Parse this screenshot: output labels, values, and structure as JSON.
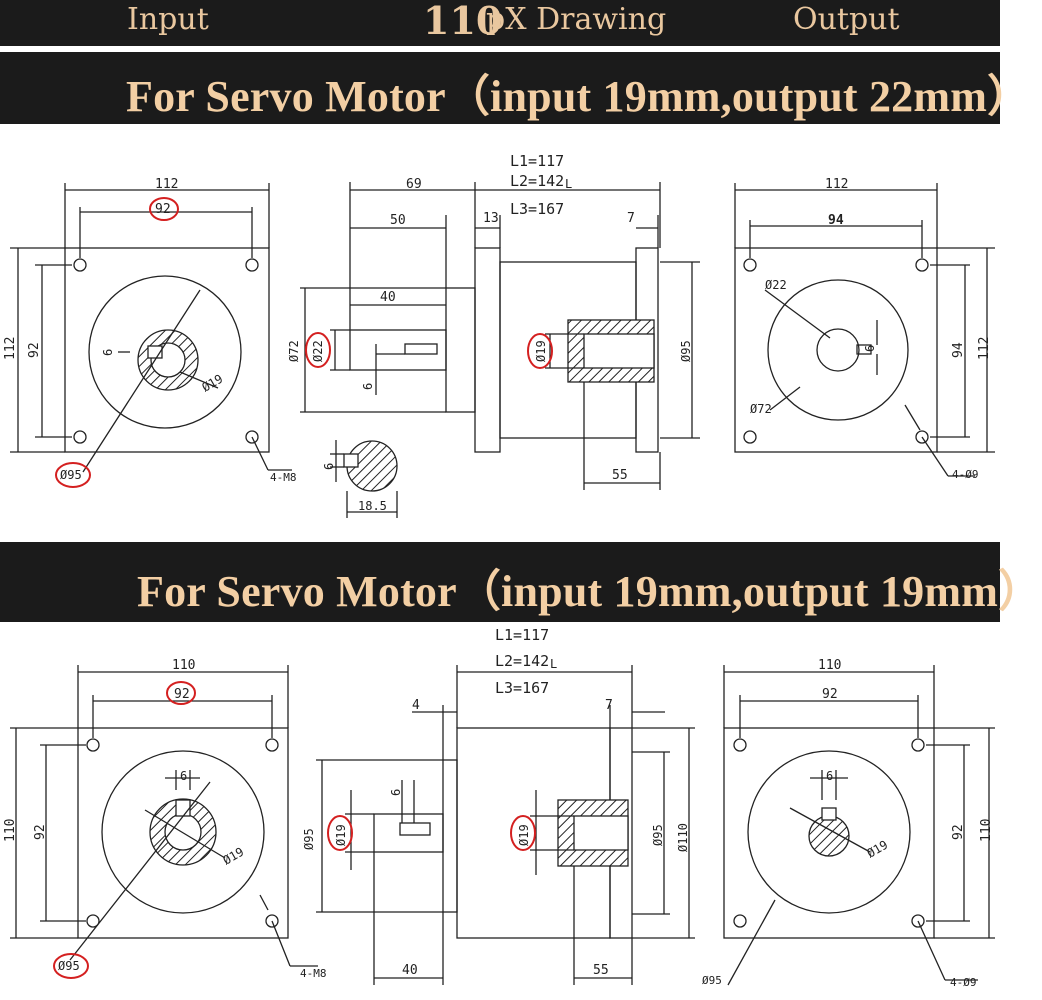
{
  "header": {
    "input_label": "Input",
    "drawing_number": "110",
    "drawing_suffix": "pX Drawing",
    "output_label": "Output"
  },
  "section1": {
    "title": "For Servo Motor（input 19mm,output 22mm）",
    "input_face": {
      "width": "112",
      "bolt_spacing": "92",
      "height": "112",
      "bolt_spacing_v": "92",
      "key_width": "6",
      "bore": "Ø19",
      "pilot": "Ø95",
      "thread": "4-M8"
    },
    "side": {
      "L1": "L1=117",
      "L2": "L2=142",
      "L3": "L3=167",
      "L_unit": "L",
      "len69": "69",
      "len50": "50",
      "len13": "13",
      "len7": "7",
      "len40": "40",
      "d72": "Ø72",
      "d22": "Ø22",
      "k6": "6",
      "d19": "Ø19",
      "d95": "Ø95",
      "len55": "55"
    },
    "shaft_section": {
      "key": "6",
      "width": "18.5"
    },
    "output_face": {
      "width": "112",
      "bolt_spacing": "94",
      "height": "112",
      "bolt_spacing_v": "94",
      "d22": "Ø22",
      "key": "6",
      "d72": "Ø72",
      "holes": "4-Ø9"
    }
  },
  "section2": {
    "title": "For Servo Motor（input 19mm,output 19mm）",
    "input_face": {
      "width": "110",
      "bolt_spacing": "92",
      "height": "110",
      "bolt_spacing_v": "92",
      "key": "6",
      "bore": "Ø19",
      "pilot": "Ø95",
      "thread": "4-M8"
    },
    "side": {
      "L1": "L1=117",
      "L2": "L2=142",
      "L3": "L3=167",
      "L_unit": "L",
      "len4": "4",
      "len7": "7",
      "key6": "6",
      "d95a": "Ø95",
      "d19a": "Ø19",
      "d19b": "Ø19",
      "d95b": "Ø95",
      "d110": "Ø110",
      "len40": "40",
      "len55": "55"
    },
    "output_face": {
      "width": "110",
      "bolt_spacing": "92",
      "height": "110",
      "bolt_spacing_v": "92",
      "key": "6",
      "bore": "Ø19",
      "pilot": "Ø95",
      "holes": "4-Ø9"
    }
  },
  "colors": {
    "band": "#1b1b1b",
    "gold_text": "#f3cfa4",
    "highlight_circle": "#d42020",
    "line": "#222222"
  }
}
